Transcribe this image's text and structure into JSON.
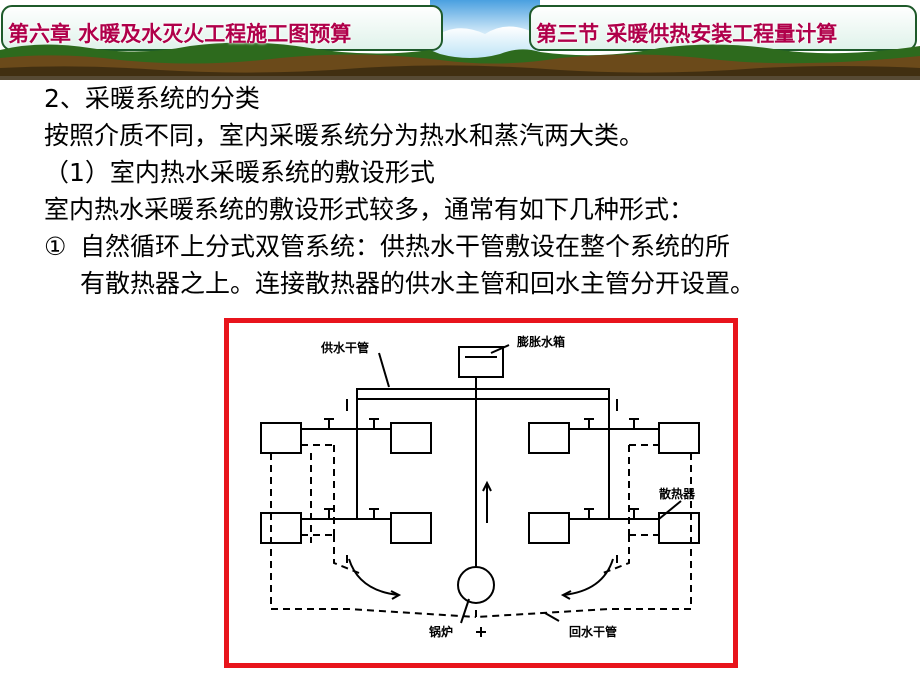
{
  "header": {
    "chapter_title": "第六章  水暖及水灭火工程施工图预算",
    "section_title": "第三节 采暖供热安装工程量计算"
  },
  "content": {
    "heading": "2、采暖系统的分类",
    "para1": "按照介质不同，室内采暖系统分为热水和蒸汽两大类。",
    "subheading": "（1）室内热水采暖系统的敷设形式",
    "para2": "室内热水采暖系统的敷设形式较多，通常有如下几种形式：",
    "item1_marker": "①",
    "item1_line1": "自然循环上分式双管系统：供热水干管敷设在整个系统的所",
    "item1_line2": "有散热器之上。连接散热器的供水主管和回水主管分开设置。"
  },
  "figure": {
    "label_supply_main": "供水干管",
    "label_expansion_tank": "膨胀水箱",
    "label_radiator": "散热器",
    "label_boiler": "锅炉",
    "label_return_main": "回水干管",
    "frame_color": "#e8141c"
  }
}
